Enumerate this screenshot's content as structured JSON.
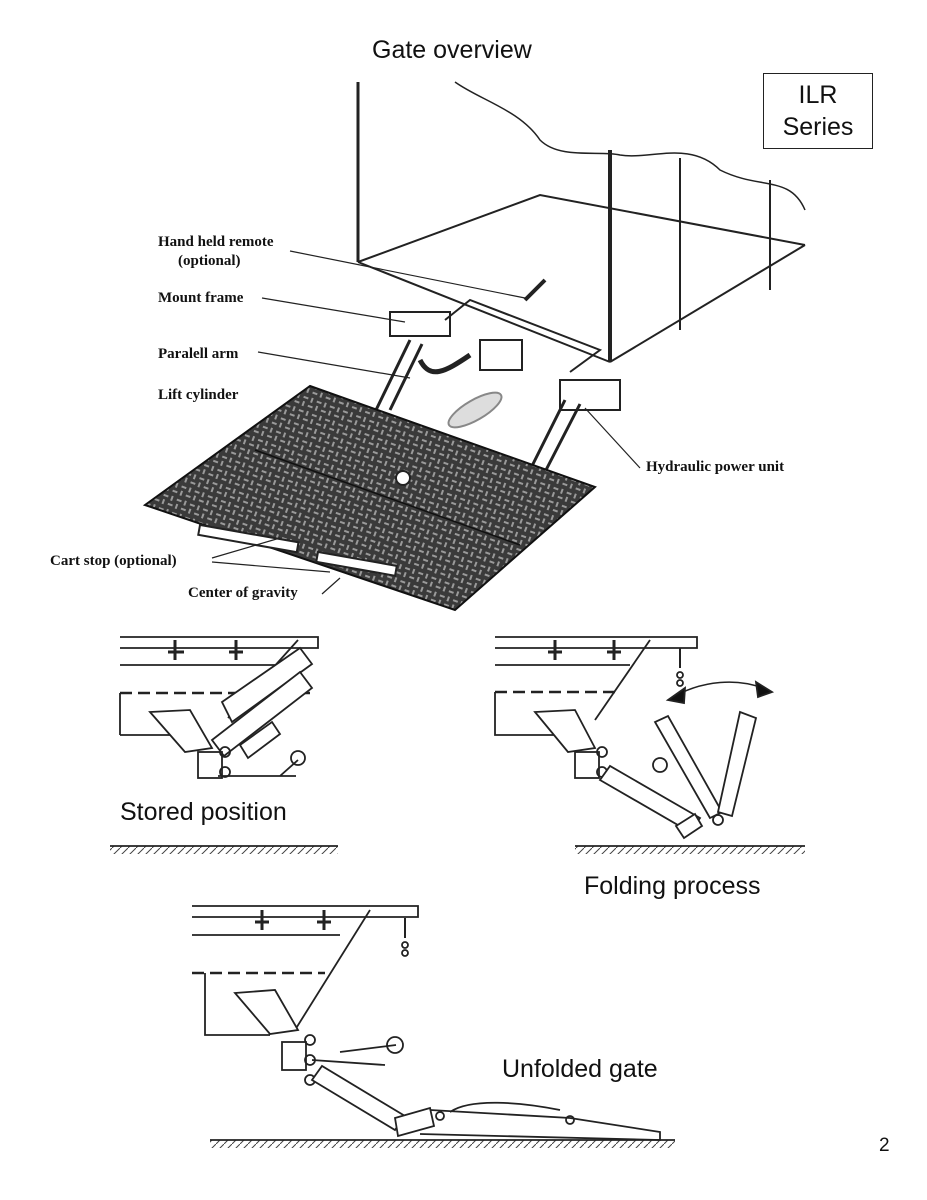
{
  "page": {
    "title": "Gate overview",
    "series_badge": {
      "line1": "ILR",
      "line2": "Series"
    },
    "page_number": "2"
  },
  "overview_labels": {
    "hand_held_remote_1": "Hand held remote",
    "hand_held_remote_2": "(optional)",
    "mount_frame": "Mount frame",
    "parallel_arm": "Paralell arm",
    "lift_cylinder": "Lift cylinder",
    "hydraulic_power_unit": "Hydraulic power unit",
    "cart_stop": "Cart stop (optional)",
    "center_of_gravity": "Center of gravity"
  },
  "captions": {
    "stored": "Stored position",
    "folding": "Folding process",
    "unfolded": "Unfolded gate"
  },
  "colors": {
    "line": "#222222",
    "plate": "#3a3a3a",
    "hatch": "#888888"
  }
}
